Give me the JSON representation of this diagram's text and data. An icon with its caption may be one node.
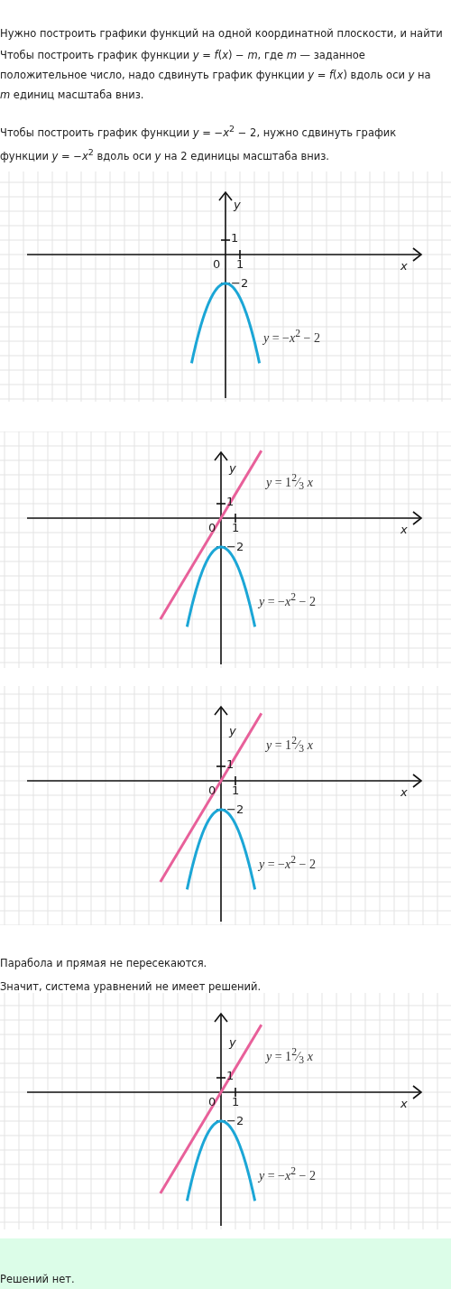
{
  "diagram": {
    "labels": [
      "Нужно построить графики функций на одной координатной плоскости, и найти",
      "Чтобы построить график функции *y* = *f*(*x*) − *m*, где *m* — заданное положительное число, надо сдвинуть график функции *y* = *f*(*x*) вдоль оси *y* на *m* единиц масштаба вниз.",
      "Чтобы построить график функции *y* = −*x*$^{2}$ − 2, нужно сдвинуть график функции *y* = −*x*$^{2}$ вдоль оси *y* на 2 единицы масштаба вниз.",
      "y",
      "1",
      "0",
      "1",
      "x",
      "−2",
      "*y* = −*x*$^{2}$ − 2",
      "y",
      "*y* = 1$^{2}$⁄$_{3}$ *x*",
      "1",
      "0",
      "1",
      "x",
      "−2",
      "*y* = −*x*$^{2}$ − 2",
      "y",
      "*y* = 1$^{2}$⁄$_{3}$ *x*",
      "1",
      "0",
      "1",
      "x",
      "−2",
      "*y* = −*x*$^{2}$ − 2",
      "Парабола и прямая не пересекаются.",
      "Значит, система уравнений не имеет решений.",
      "y",
      "*y* = 1$^{2}$⁄$_{3}$ *x*",
      "1",
      "0",
      "1",
      "x",
      "−2",
      "*y* = −*x*$^{2}$ − 2",
      "Решений нет."
    ]
  }
}
